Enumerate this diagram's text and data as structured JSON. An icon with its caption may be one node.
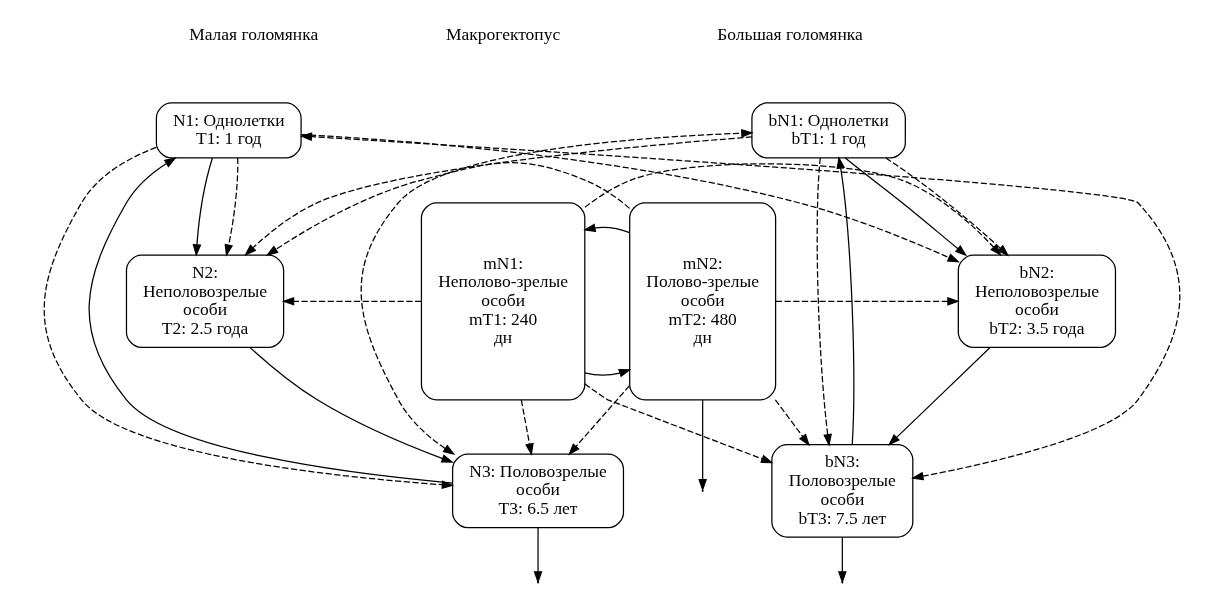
{
  "diagram": {
    "nodes": [
      {
        "text": [
          "N1: Однолетки",
          "T1: 1 год"
        ]
      },
      {
        "text": [
          "N2: Неполовозрелые особи",
          "T2: 2.5 года"
        ]
      },
      {
        "text": [
          "N3: Половозрелые особи",
          "T3: 6.5 лет"
        ]
      },
      {
        "text": [
          "mN1: Неполово-зрелые особи",
          "mT1: 240 дн"
        ]
      },
      {
        "text": [
          "mN2: Полово-зрелые особи",
          "mT2: 480 дн"
        ]
      },
      {
        "text": [
          "bN1: Однолетки",
          "bT1: 1 год"
        ]
      },
      {
        "text": [
          "bN2: Неполовозрелые особи",
          "bT2: 3.5 года"
        ]
      },
      {
        "text": [
          "bN3: Половозрелые особи",
          "bT3: 7.5 лет"
        ]
      }
    ],
    "edges": [
      {
        "from": 0,
        "to": 1,
        "arrow": "to"
      },
      {
        "from": 1,
        "to": 2,
        "arrow": "to"
      },
      {
        "from": 2,
        "to": null,
        "arrow": "to"
      },
      {
        "from": 2,
        "to": 0,
        "arrow": "to"
      },
      {
        "from": 0,
        "to": 1,
        "arrow": "to",
        "style": "dashed"
      },
      {
        "from": 0,
        "to": 2,
        "arrow": "to",
        "style": "dashed"
      },
      {
        "from": 3,
        "to": 4,
        "arrow": "to"
      },
      {
        "from": 4,
        "to": 3,
        "arrow": "to"
      },
      {
        "from": 4,
        "to": null,
        "arrow": "to"
      },
      {
        "from": 5,
        "to": 6,
        "arrow": "to"
      },
      {
        "from": 6,
        "to": 7,
        "arrow": "to"
      },
      {
        "from": 7,
        "to": null,
        "arrow": "to"
      },
      {
        "from": 7,
        "to": 5,
        "arrow": "to"
      },
      {
        "from": 5,
        "to": 6,
        "arrow": "to",
        "style": "dashed"
      },
      {
        "from": 5,
        "to": 7,
        "arrow": "to",
        "style": "dashed"
      },
      {
        "from": 0,
        "to": 6,
        "arrow": "to",
        "style": "dashed"
      },
      {
        "from": 5,
        "to": 1,
        "arrow": "to",
        "style": "dashed"
      },
      {
        "from": 3,
        "to": 1,
        "arrow": "to",
        "style": "dashed"
      },
      {
        "from": 4,
        "to": 6,
        "arrow": "to",
        "style": "dashed"
      },
      {
        "from": 4,
        "to": 1,
        "arrow": "to",
        "style": "dashed"
      },
      {
        "from": 3,
        "to": 2,
        "arrow": "to",
        "style": "dashed"
      },
      {
        "from": 4,
        "to": 2,
        "arrow": "to",
        "style": "dashed"
      },
      {
        "from": 3,
        "to": 6,
        "arrow": "to",
        "style": "dashed"
      },
      {
        "from": 4,
        "to": 7,
        "arrow": "to",
        "style": "dashed"
      },
      {
        "from": 3,
        "to": 7,
        "arrow": "to",
        "style": "dashed"
      },
      {
        "from": 7,
        "to": 0,
        "arrow": "both",
        "style": "dashed"
      },
      {
        "from": 2,
        "to": 5,
        "arrow": "both",
        "style": "dashed"
      }
    ],
    "labels": [
      "Малая голомянка",
      "Макрогектопус",
      "Большая голомянка"
    ]
  }
}
